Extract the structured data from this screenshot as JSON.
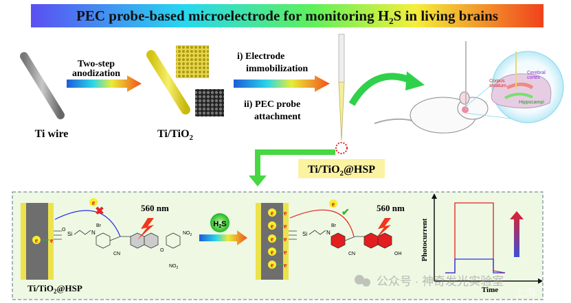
{
  "title": {
    "main": "PEC probe-based microelectrode for monitoring H",
    "sub": "2",
    "tail": "S in living brains"
  },
  "top": {
    "ti_wire": "Ti wire",
    "step1": [
      "Two-step",
      "anodization"
    ],
    "tio2": {
      "main": "Ti/TiO",
      "sub": "2"
    },
    "step2a": [
      "i) Electrode",
      "immobilization"
    ],
    "step2b": [
      "ii) PEC probe",
      "attachment"
    ],
    "hsp_label": {
      "main": "Ti/TiO",
      "sub": "2",
      "tail": "@HSP"
    },
    "brain": {
      "cerebral": [
        "Cerebral",
        "cortex"
      ],
      "corpus": [
        "Corpus",
        "striatum"
      ],
      "hippo": "Hippocampi"
    }
  },
  "bottom": {
    "wavelength": "560 nm",
    "h2s": {
      "main": "H",
      "sub": "2",
      "tail": "S"
    },
    "left_label": {
      "main": "Ti/TiO",
      "sub": "2",
      "tail": "@HSP"
    },
    "electron": "e",
    "chem": {
      "br": "Br",
      "n": "N",
      "si": "Si",
      "o": "O",
      "cn": "CN",
      "no2": "NO",
      "no2_sub": "2",
      "oh": "OH"
    },
    "graph": {
      "ylabel": "Photocurrent",
      "xlabel": "Time"
    }
  },
  "watermark": {
    "text": "公众号 · 神奇发光实验室",
    "corner": "上海"
  },
  "colors": {
    "banner": [
      "#5b4ff2",
      "#27d7f0",
      "#5ef05a",
      "#f4ef3c",
      "#f0421c"
    ],
    "panel_bg": "#eef8e3",
    "yellow": "#f1e85a"
  }
}
